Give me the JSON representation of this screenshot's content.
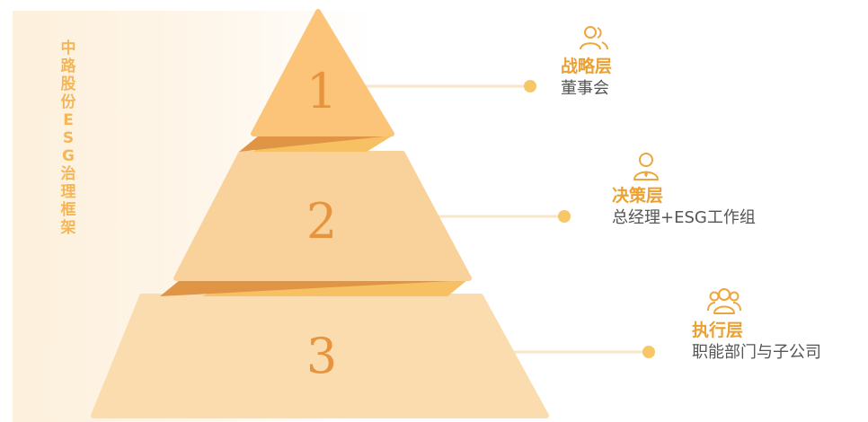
{
  "framework": {
    "title_chars": [
      "中",
      "路",
      "股",
      "份",
      "E",
      "S",
      "G",
      "治",
      "理",
      "框",
      "架"
    ]
  },
  "tiers": [
    {
      "number": "1",
      "name": "战略层",
      "desc": "董事会",
      "icon": "users-icon"
    },
    {
      "number": "2",
      "name": "决策层",
      "desc": "总经理+ESG工作组",
      "icon": "user-tie-icon"
    },
    {
      "number": "3",
      "name": "执行层",
      "desc": "职能部门与子公司",
      "icon": "user-group-icon"
    }
  ],
  "colors": {
    "tier1": "#fbc479",
    "tier2": "#f9d19b",
    "tier3": "#fbdcae",
    "fold_dark": "#e09546",
    "fold_light": "#f6c063",
    "accent": "#f5b657",
    "line": "#f8e6c8",
    "dot": "#f7c666"
  }
}
